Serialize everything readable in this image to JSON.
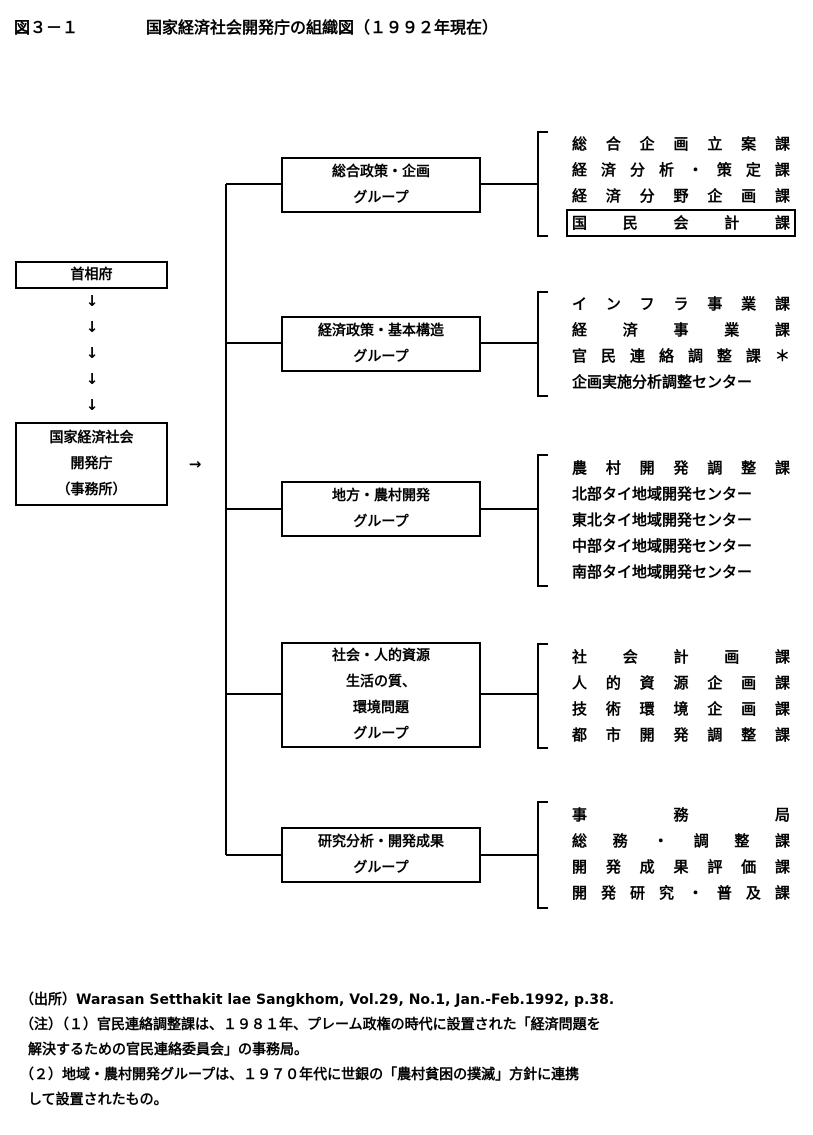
{
  "title": {
    "number": "図３－１",
    "text": "国家経済社会開発庁の組織図（１９９２年現在）"
  },
  "left_chain": {
    "top_box": "首相府",
    "down_arrows": [
      "↓",
      "↓",
      "↓",
      "↓",
      "↓"
    ],
    "agency_lines": [
      "国家経済社会",
      "開発庁",
      "（事務所）"
    ],
    "right_arrow": "→"
  },
  "groups": [
    {
      "lines": [
        "総合政策・企画",
        "グループ"
      ],
      "sections": [
        "総合企画立案課",
        "経済分析・策定課",
        "経済分野企画課",
        "国民会計課"
      ],
      "boxed_index": 3
    },
    {
      "lines": [
        "経済政策・基本構造",
        "グループ"
      ],
      "sections": [
        "インフラ事業課",
        "経済事業課",
        "官民連絡調整課＊",
        "企画実施分析調整センター"
      ]
    },
    {
      "lines": [
        "地方・農村開発",
        "グループ"
      ],
      "sections": [
        "農村開発調整課",
        "北部タイ地域開発センター",
        "東北タイ地域開発センター",
        "中部タイ地域開発センター",
        "南部タイ地域開発センター"
      ]
    },
    {
      "lines": [
        "社会・人的資源",
        "生活の質、",
        "環境問題",
        "グループ"
      ],
      "sections": [
        "社会計画課",
        "人的資源企画課",
        "技術環境企画課",
        "都市開発調整課"
      ]
    },
    {
      "lines": [
        "研究分析・開発成果",
        "グループ"
      ],
      "sections": [
        "事務局",
        "総務・調整課",
        "開発成果評価課",
        "開発研究・普及課"
      ]
    }
  ],
  "notes": {
    "source": "（出所）Warasan Setthakit lae Sangkhom, Vol.29, No.1,  Jan.-Feb.1992,  p.38.",
    "note1_a": "（注）（１）官民連絡調整課は、１９８１年、プレーム政権の時代に設置された「経済問題を",
    "note1_b": "解決するための官民連絡委員会」の事務局。",
    "note2_a": "（２）地域・農村開発グループは、１９７０年代に世銀の「農村貧困の撲滅」方針に連携",
    "note2_b": "して設置されたもの。"
  }
}
